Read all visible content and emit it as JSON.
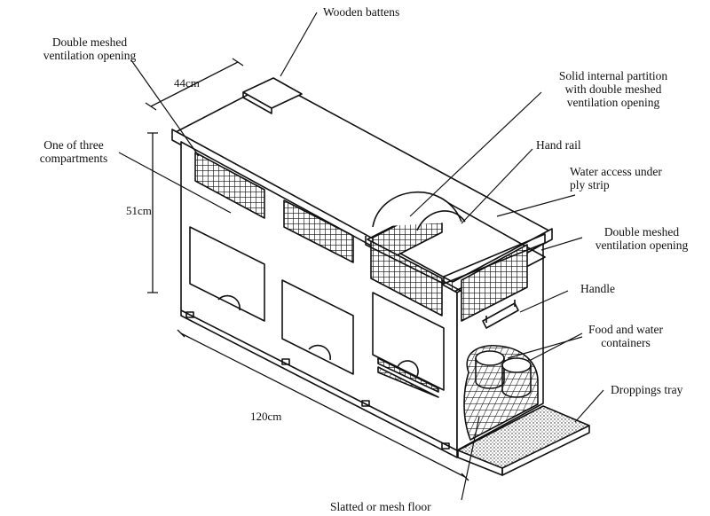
{
  "diagram": {
    "labels": {
      "wooden_battens": "Wooden battens",
      "double_meshed_left_1": "Double meshed",
      "double_meshed_left_2": "ventilation opening",
      "dim_depth": "44cm",
      "partition_1": "Solid internal partition",
      "partition_2": "with double meshed",
      "partition_3": "ventilation opening",
      "compartments_1": "One of  three",
      "compartments_2": "compartments",
      "hand_rail": "Hand rail",
      "water_access_1": "Water access under",
      "water_access_2": "ply strip",
      "dim_height": "51cm",
      "double_meshed_right_1": "Double meshed",
      "double_meshed_right_2": "ventilation opening",
      "handle": "Handle",
      "food_water_1": "Food and water",
      "food_water_2": "containers",
      "droppings_tray": "Droppings tray",
      "dim_length": "120cm",
      "slatted_floor": "Slatted or mesh floor"
    },
    "colors": {
      "line": "#111111",
      "background": "#ffffff"
    }
  }
}
